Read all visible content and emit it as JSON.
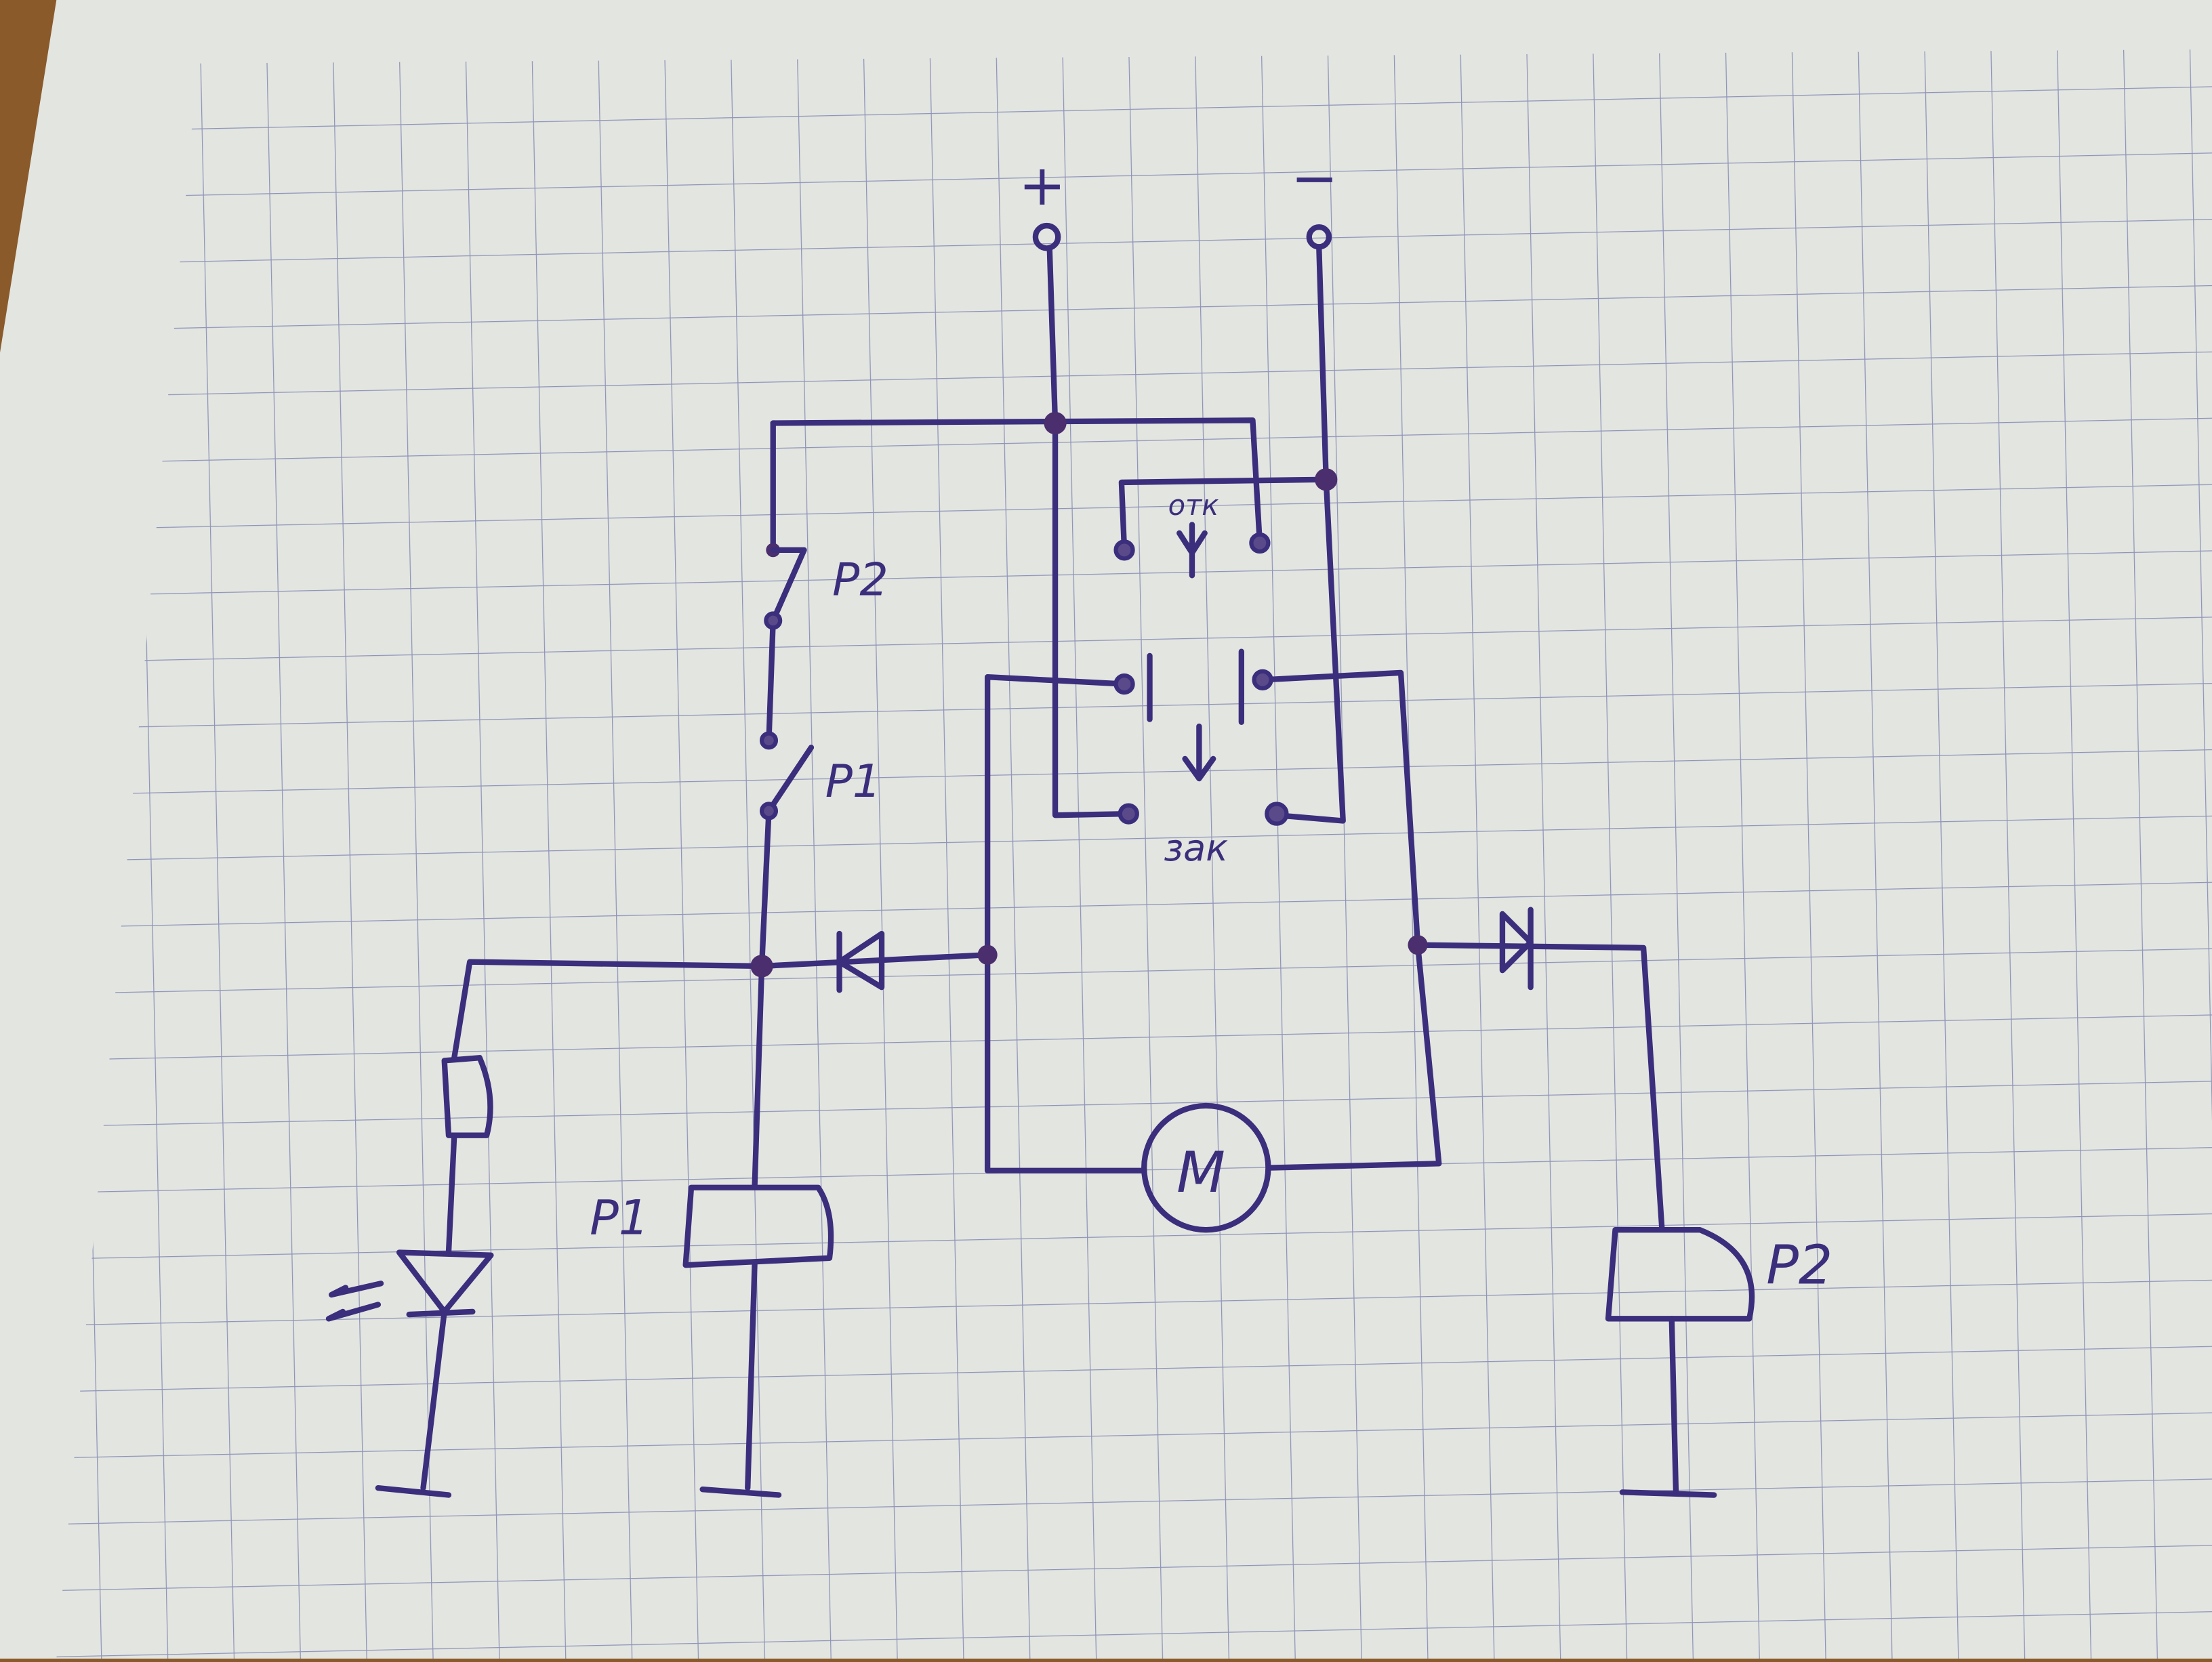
{
  "paper": {
    "color": "#e3e5e0",
    "grid_color": "#8e93b8",
    "ink_color": "#3b2e7c",
    "background_color": "#8a5a2b"
  },
  "terminals": {
    "plus": "+",
    "minus": "−"
  },
  "switch_open_label": "отк",
  "switch_close_label": "зак",
  "relay_contacts": {
    "p2": "P2",
    "p1": "P1"
  },
  "relay_coils": {
    "p1": "P1",
    "p2": "P2"
  },
  "motor_label": "M"
}
